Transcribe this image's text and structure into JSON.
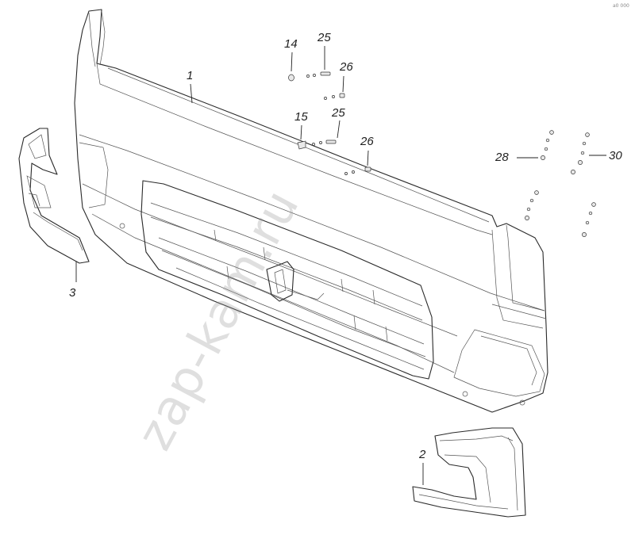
{
  "diagram": {
    "callouts": [
      {
        "id": "c1",
        "text": "1"
      },
      {
        "id": "c2",
        "text": "2"
      },
      {
        "id": "c3",
        "text": "3"
      },
      {
        "id": "c14",
        "text": "14"
      },
      {
        "id": "c15",
        "text": "15"
      },
      {
        "id": "c25a",
        "text": "25"
      },
      {
        "id": "c25b",
        "text": "25"
      },
      {
        "id": "c26a",
        "text": "26"
      },
      {
        "id": "c26b",
        "text": "26"
      },
      {
        "id": "c28",
        "text": "28"
      },
      {
        "id": "c30",
        "text": "30"
      }
    ],
    "watermark": "zap-kam.ru",
    "corner_code": "а0 000"
  }
}
